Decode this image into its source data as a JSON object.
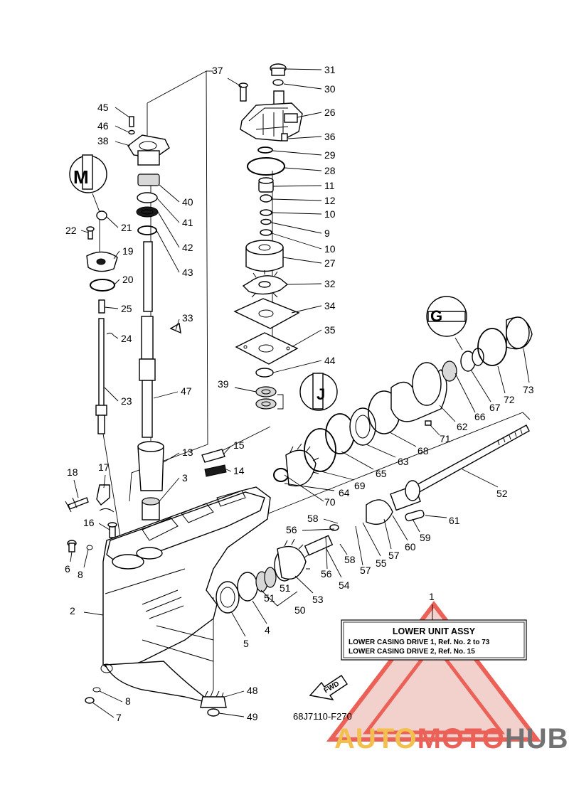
{
  "diagram_code": "68J7110-F270",
  "fwd_label": "FWD",
  "info_box": {
    "number": "1",
    "title": "LOWER UNIT ASSY",
    "line1": "LOWER CASING DRIVE 1,  Ref. No. 2 to 73",
    "line2": "LOWER CASING DRIVE 2,  Ref. No. 15"
  },
  "watermark": {
    "part1": "AUTO",
    "part2": "MOTO",
    "part3": "HUB",
    "color1": "#f2b632",
    "color2": "#e8463c",
    "color3": "#5a5a5a"
  },
  "callouts": [
    "31",
    "30",
    "26",
    "36",
    "29",
    "28",
    "11",
    "12",
    "10",
    "9",
    "10",
    "27",
    "32",
    "34",
    "35",
    "44",
    "39",
    "37",
    "45",
    "46",
    "38",
    "40",
    "41",
    "42",
    "43",
    "21",
    "22",
    "19",
    "20",
    "25",
    "24",
    "33",
    "47",
    "23",
    "15",
    "14",
    "13",
    "3",
    "18",
    "17",
    "16",
    "6",
    "8",
    "2",
    "8",
    "7",
    "48",
    "49",
    "5",
    "4",
    "51",
    "51",
    "50",
    "53",
    "54",
    "56",
    "56",
    "58",
    "58",
    "57",
    "55",
    "57",
    "59",
    "60",
    "61",
    "52",
    "64",
    "69",
    "70",
    "65",
    "63",
    "68",
    "62",
    "71",
    "66",
    "67",
    "72",
    "73"
  ]
}
